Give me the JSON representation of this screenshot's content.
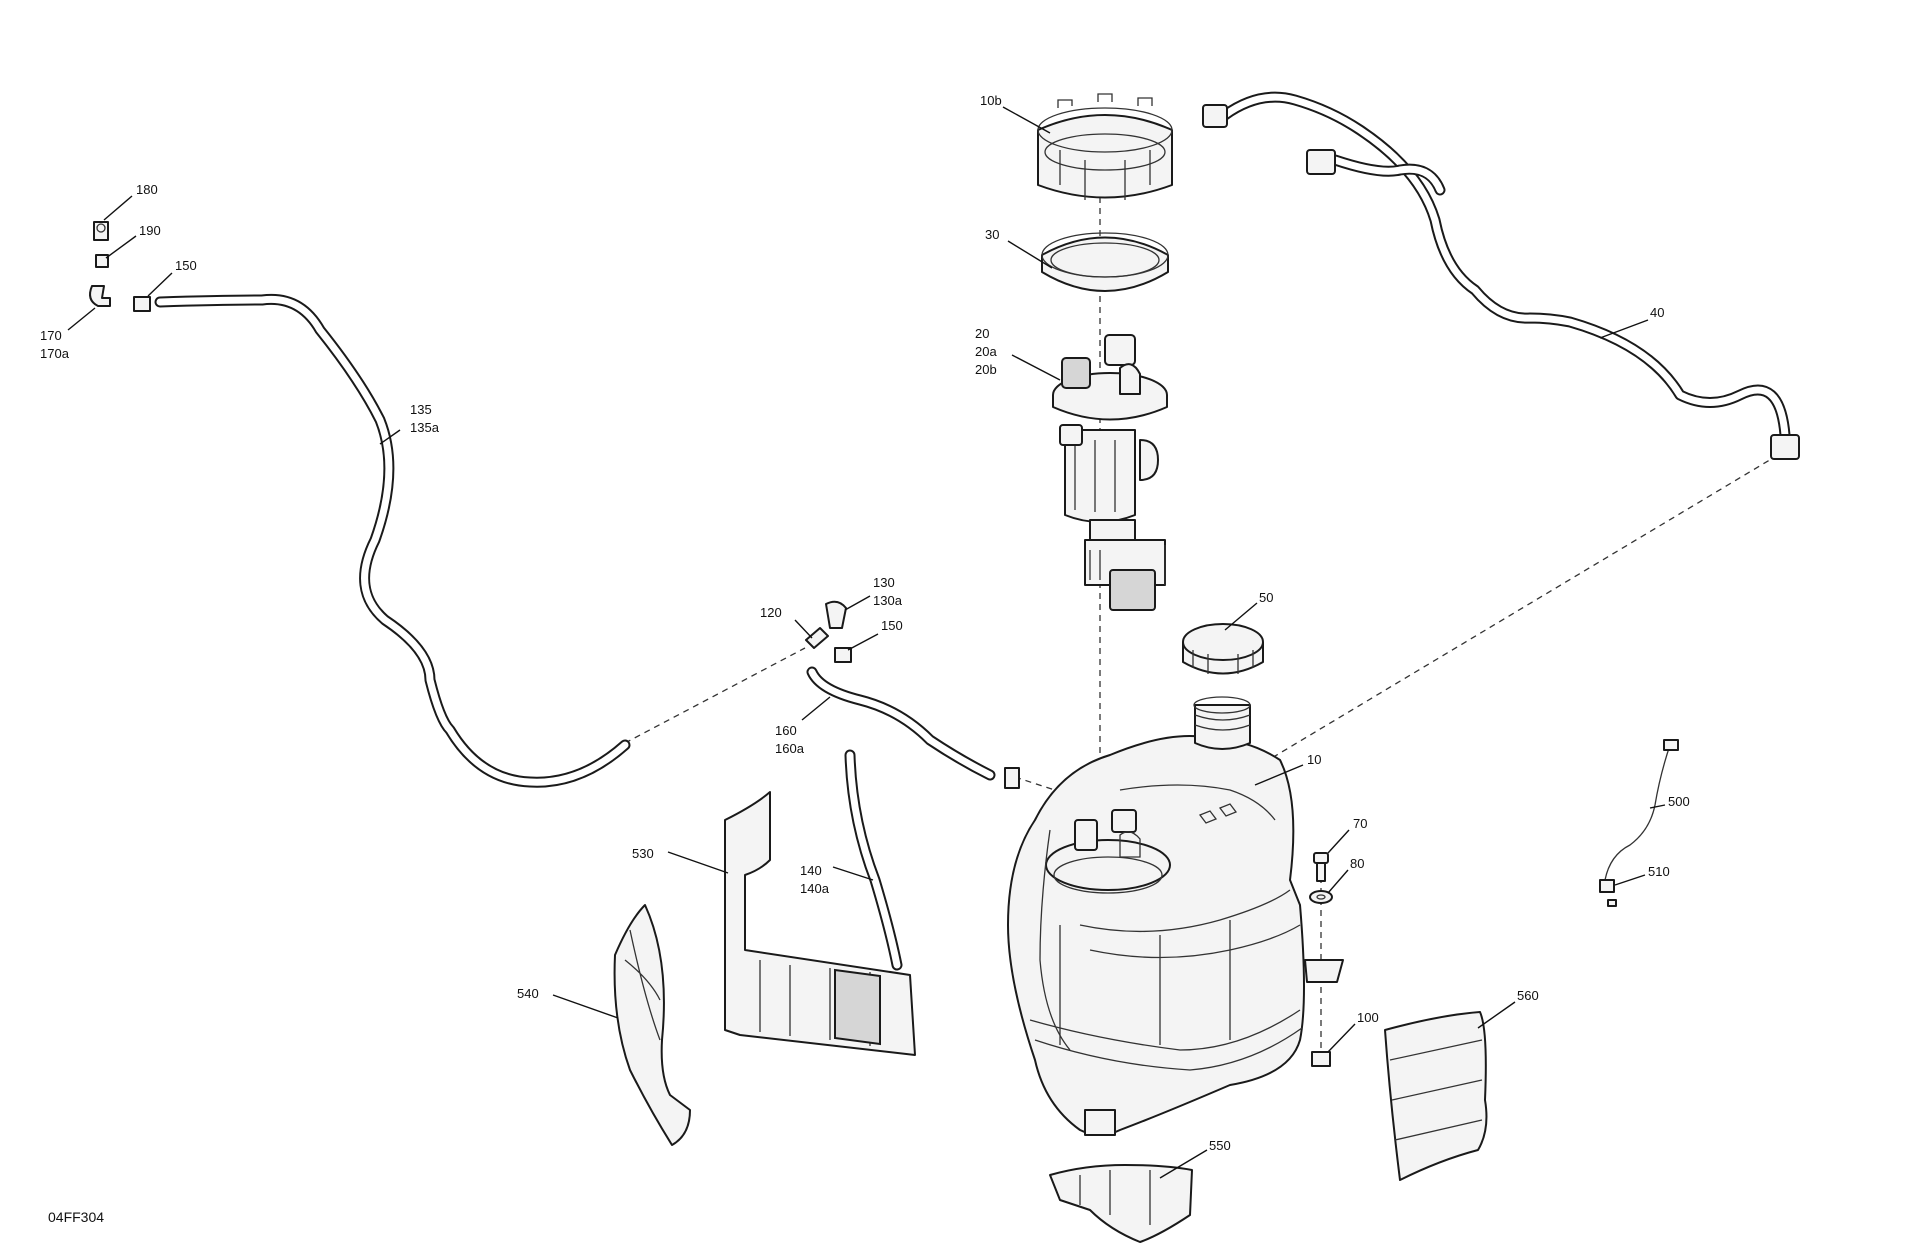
{
  "figure": {
    "code": "04FF304"
  },
  "callouts": {
    "c10b": "10b",
    "c30": "30",
    "c20": [
      "20",
      "20a",
      "20b"
    ],
    "c40": "40",
    "c50": "50",
    "c10": "10",
    "c70": "70",
    "c80": "80",
    "c100": "100",
    "c180": "180",
    "c190": "190",
    "c150_top": "150",
    "c170": [
      "170",
      "170a"
    ],
    "c135": [
      "135",
      "135a"
    ],
    "c120": "120",
    "c130": [
      "130",
      "130a"
    ],
    "c150_mid": "150",
    "c160": [
      "160",
      "160a"
    ],
    "c140": [
      "140",
      "140a"
    ],
    "c500": "500",
    "c510": "510",
    "c530": "530",
    "c540": "540",
    "c550": "550",
    "c560": "560"
  }
}
